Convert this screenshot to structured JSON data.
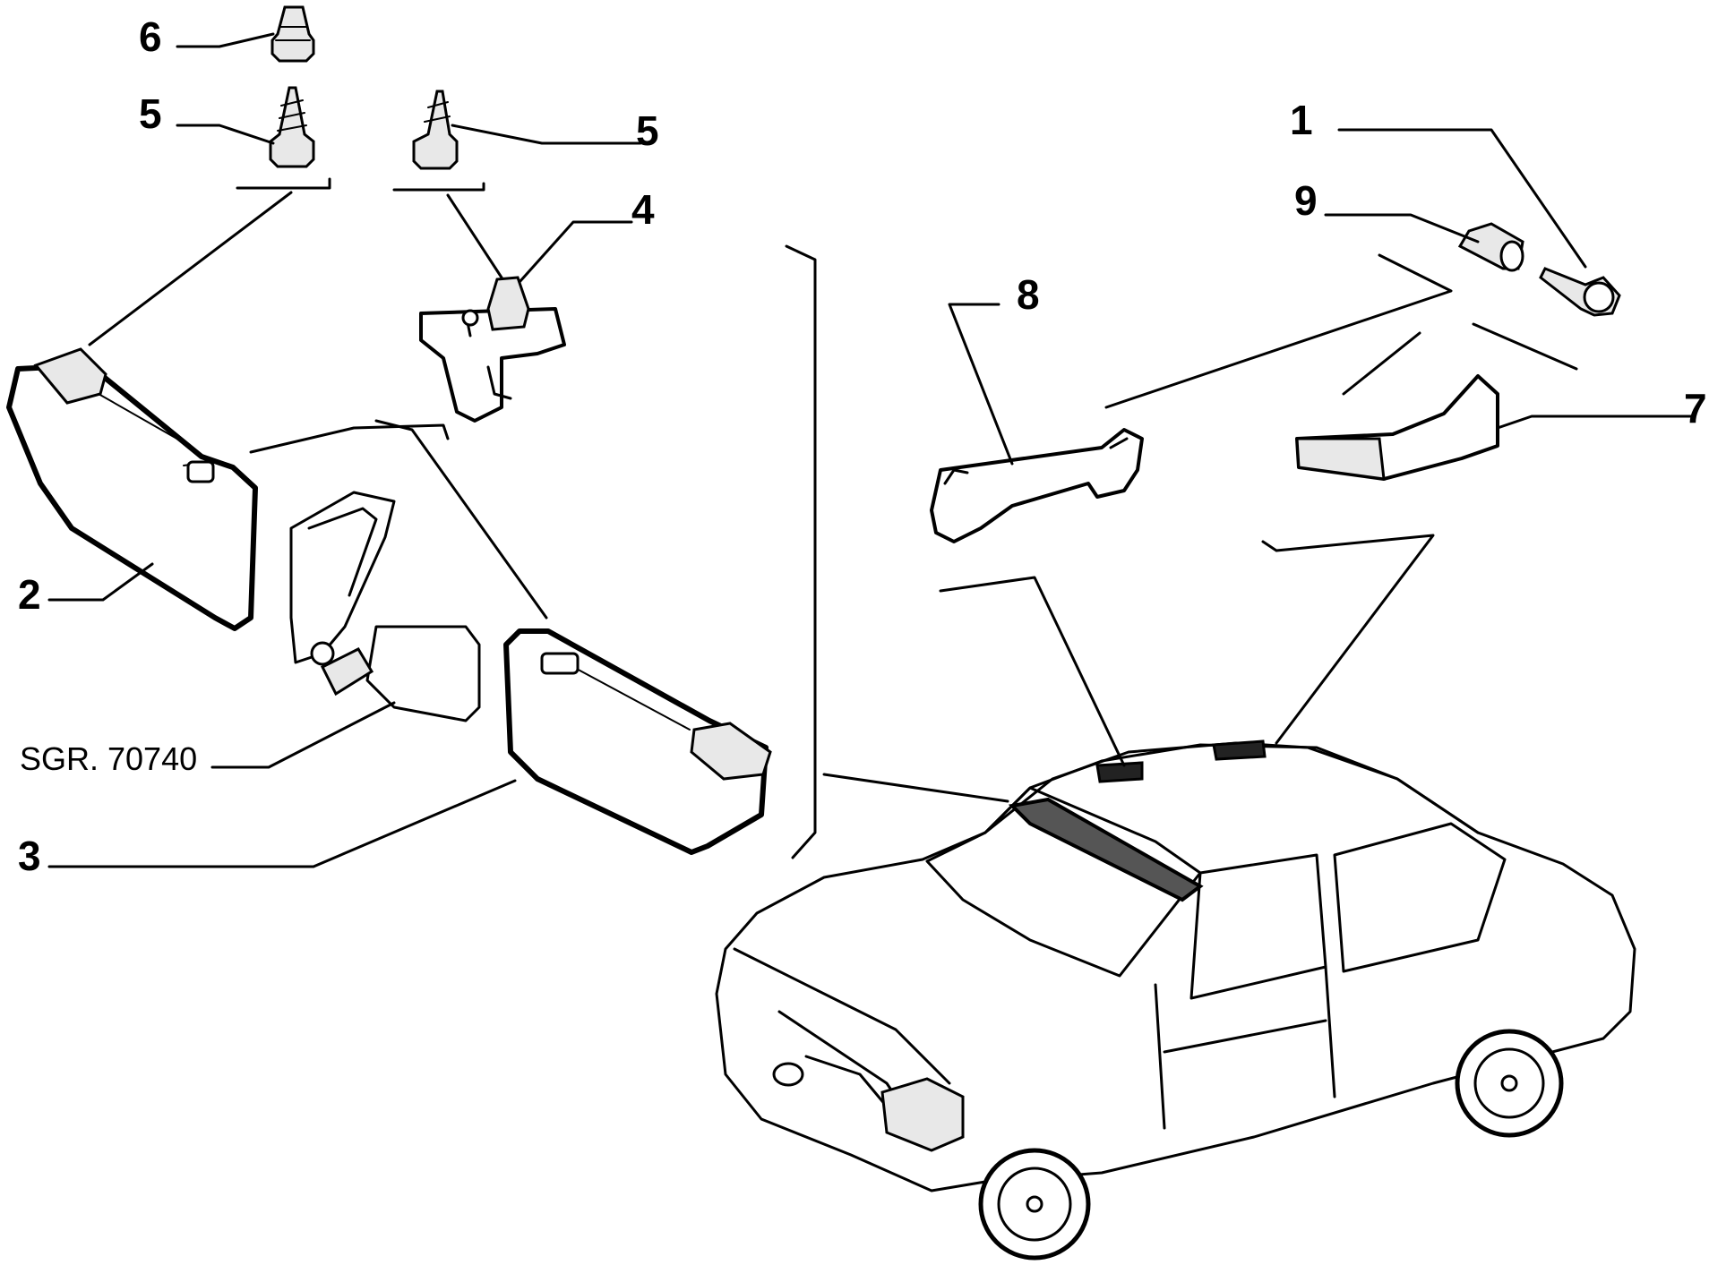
{
  "callouts": {
    "c1": "1",
    "c2": "2",
    "c3": "3",
    "c4": "4",
    "c5a": "5",
    "c5b": "5",
    "c6": "6",
    "c7": "7",
    "c8": "8",
    "c9": "9"
  },
  "reference_label": "SGR. 70740",
  "colors": {
    "line": "#000000",
    "background": "#ffffff",
    "shade": "#e8e8e8"
  }
}
